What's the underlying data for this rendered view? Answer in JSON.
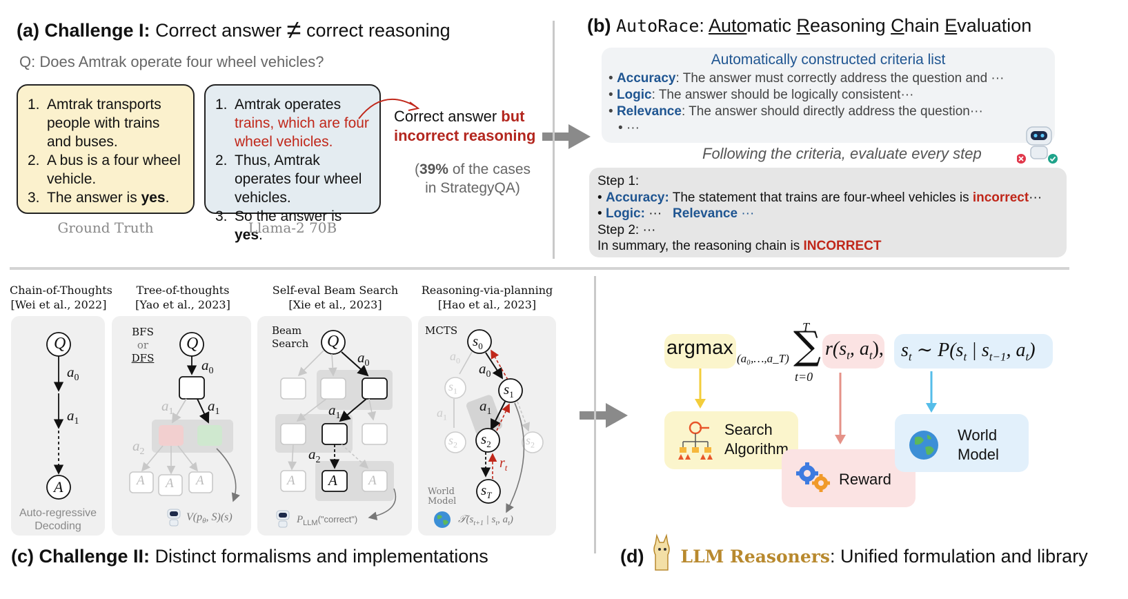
{
  "panel_a": {
    "label": "(a)",
    "title_bold": "Challenge I:",
    "title_pre": "Correct answer",
    "neq": "≠",
    "title_post": "correct reasoning",
    "question": "Q: Does Amtrak operate four wheel vehicles?",
    "gt": {
      "caption": "Ground Truth",
      "items": [
        {
          "num": "1.",
          "text": "Amtrak transports people with trains and buses."
        },
        {
          "num": "2.",
          "text": "A bus is a four wheel vehicle."
        },
        {
          "num": "3.",
          "pre": "The answer is ",
          "bold": "yes",
          "post": "."
        }
      ]
    },
    "llama": {
      "caption": "Llama-2 70B",
      "item1_pre": "Amtrak operates",
      "item1_red": "trains, which are four wheel vehicles.",
      "item2": "Thus, Amtrak operates four wheel vehicles.",
      "item3_pre": "So the answer is ",
      "item3_bold": "yes",
      "item3_post": ".",
      "n1": "1.",
      "n2": "2.",
      "n3": "3."
    },
    "verdict_pre": "Correct answer",
    "verdict_red": "but incorrect reasoning",
    "stat_pct": "39%",
    "stat_post": "of the cases",
    "stat_line2": "in StrategyQA)",
    "stat_open": "("
  },
  "panel_b": {
    "label": "(b)",
    "name": "AutoRace",
    "colon": ":",
    "title_words": [
      {
        "u": "Auto",
        "rest": "matic"
      },
      {
        "u": "R",
        "rest": "easoning"
      },
      {
        "u": "C",
        "rest": "hain"
      },
      {
        "u": "E",
        "rest": "valuation"
      }
    ],
    "criteria_title": "Automatically constructed criteria list",
    "criteria": [
      {
        "name": "Accuracy",
        "text": ": The answer must correctly address the question and ···"
      },
      {
        "name": "Logic",
        "text": ": The answer should be logically consistent···"
      },
      {
        "name": "Relevance",
        "text": ": The answer should directly address the question···"
      }
    ],
    "criteria_more": "···",
    "instruction": "Following the criteria, evaluate every step",
    "eval": {
      "step1": "Step 1:",
      "acc_name": "Accuracy:",
      "acc_text": " The statement that trains are four-wheel vehicles is ",
      "acc_red": "incorrect",
      "acc_tail": "···",
      "logic_name": "Logic:",
      "logic_text": " ···",
      "rel_name": "Relevance",
      "rel_text": " ···",
      "step2": "Step 2: ···",
      "summary_pre": "In summary, the reasoning chain is ",
      "summary_red": "INCORRECT"
    }
  },
  "panel_c": {
    "label": "(c)",
    "title_bold": "Challenge II:",
    "title_rest": "Distinct formalisms and implementations",
    "methods": [
      {
        "name": "Chain-of-Thoughts",
        "cite": "[Wei et al., 2022]"
      },
      {
        "name": "Tree-of-thoughts",
        "cite": "[Yao et al., 2023]"
      },
      {
        "name": "Self-eval Beam Search",
        "cite": "[Xie et al., 2023]"
      },
      {
        "name": "Reasoning-via-planning",
        "cite": "[Hao et al., 2023]"
      }
    ],
    "cot": {
      "q": "Q",
      "a0": "a",
      "a0_sub": "0",
      "a1": "a",
      "a1_sub": "1",
      "ans": "A",
      "caption1": "Auto-regressive",
      "caption2": "Decoding"
    },
    "tot": {
      "bfs": "BFS",
      "or": "or",
      "dfs": "DFS",
      "q": "Q",
      "a0": "a",
      "a0_sub": "0",
      "a1": "a",
      "a1_sub": "1",
      "a2": "a",
      "a2_sub": "2",
      "ans": "A",
      "value_fn": "V(p",
      "value_sub": "θ",
      "value_tail": ", S)(s)"
    },
    "beam": {
      "label1": "Beam",
      "label2": "Search",
      "q": "Q",
      "a0": "a",
      "a0_sub": "0",
      "a1": "a",
      "a1_sub": "1",
      "a2": "a",
      "a2_sub": "2",
      "ans": "A",
      "p": "P",
      "p_sub": "LLM",
      "p_tail": "(\"correct\")"
    },
    "mcts": {
      "label": "MCTS",
      "s0": "s",
      "s0_sub": "0",
      "s1": "s",
      "s1_sub": "1",
      "s2": "s",
      "s2_sub": "2",
      "sT": "s",
      "sT_sub": "T",
      "a0": "a",
      "a0_sub": "0",
      "a1": "a",
      "a1_sub": "1",
      "r": "r",
      "r_sub": "t",
      "wm1": "World",
      "wm2": "Model",
      "t_fn": "𝒯(s",
      "t_sub": "t+1",
      "t_tail": " | s",
      "t_sub2": "t",
      "t_tail2": ", a",
      "t_sub3": "t",
      "t_close": ")"
    }
  },
  "panel_d": {
    "label": "(d)",
    "name": "LLM Reasoners",
    "title_rest": ": Unified formulation and library",
    "argmax": "argmax",
    "argmax_sub": "(a₀,…,a_T)",
    "sum_top": "T",
    "sum_bottom": "t=0",
    "reward_expr": "r(s",
    "reward_sub": "t",
    "reward_mid": ", a",
    "reward_sub2": "t",
    "reward_close": "),",
    "wm_expr_s": "s",
    "wm_sub": "t",
    "wm_rest": " ∼ P(s",
    "wm_sub2": "t",
    "wm_mid": " | s",
    "wm_sub3": "t−1",
    "wm_mid2": ", a",
    "wm_sub4": "t",
    "wm_close": ")",
    "search_l1": "Search",
    "search_l2": "Algorithm",
    "reward_label": "Reward",
    "world_l1": "World",
    "world_l2": "Model"
  },
  "colors": {
    "yellow_fill": "#fbf1cd",
    "blue_fill": "#e4ecf1",
    "red": "#c0271a",
    "blue": "#1f5591",
    "green_node": "#cfe8cf",
    "red_node": "#f2cfcf",
    "arrow_gray": "#8a8a8a"
  }
}
